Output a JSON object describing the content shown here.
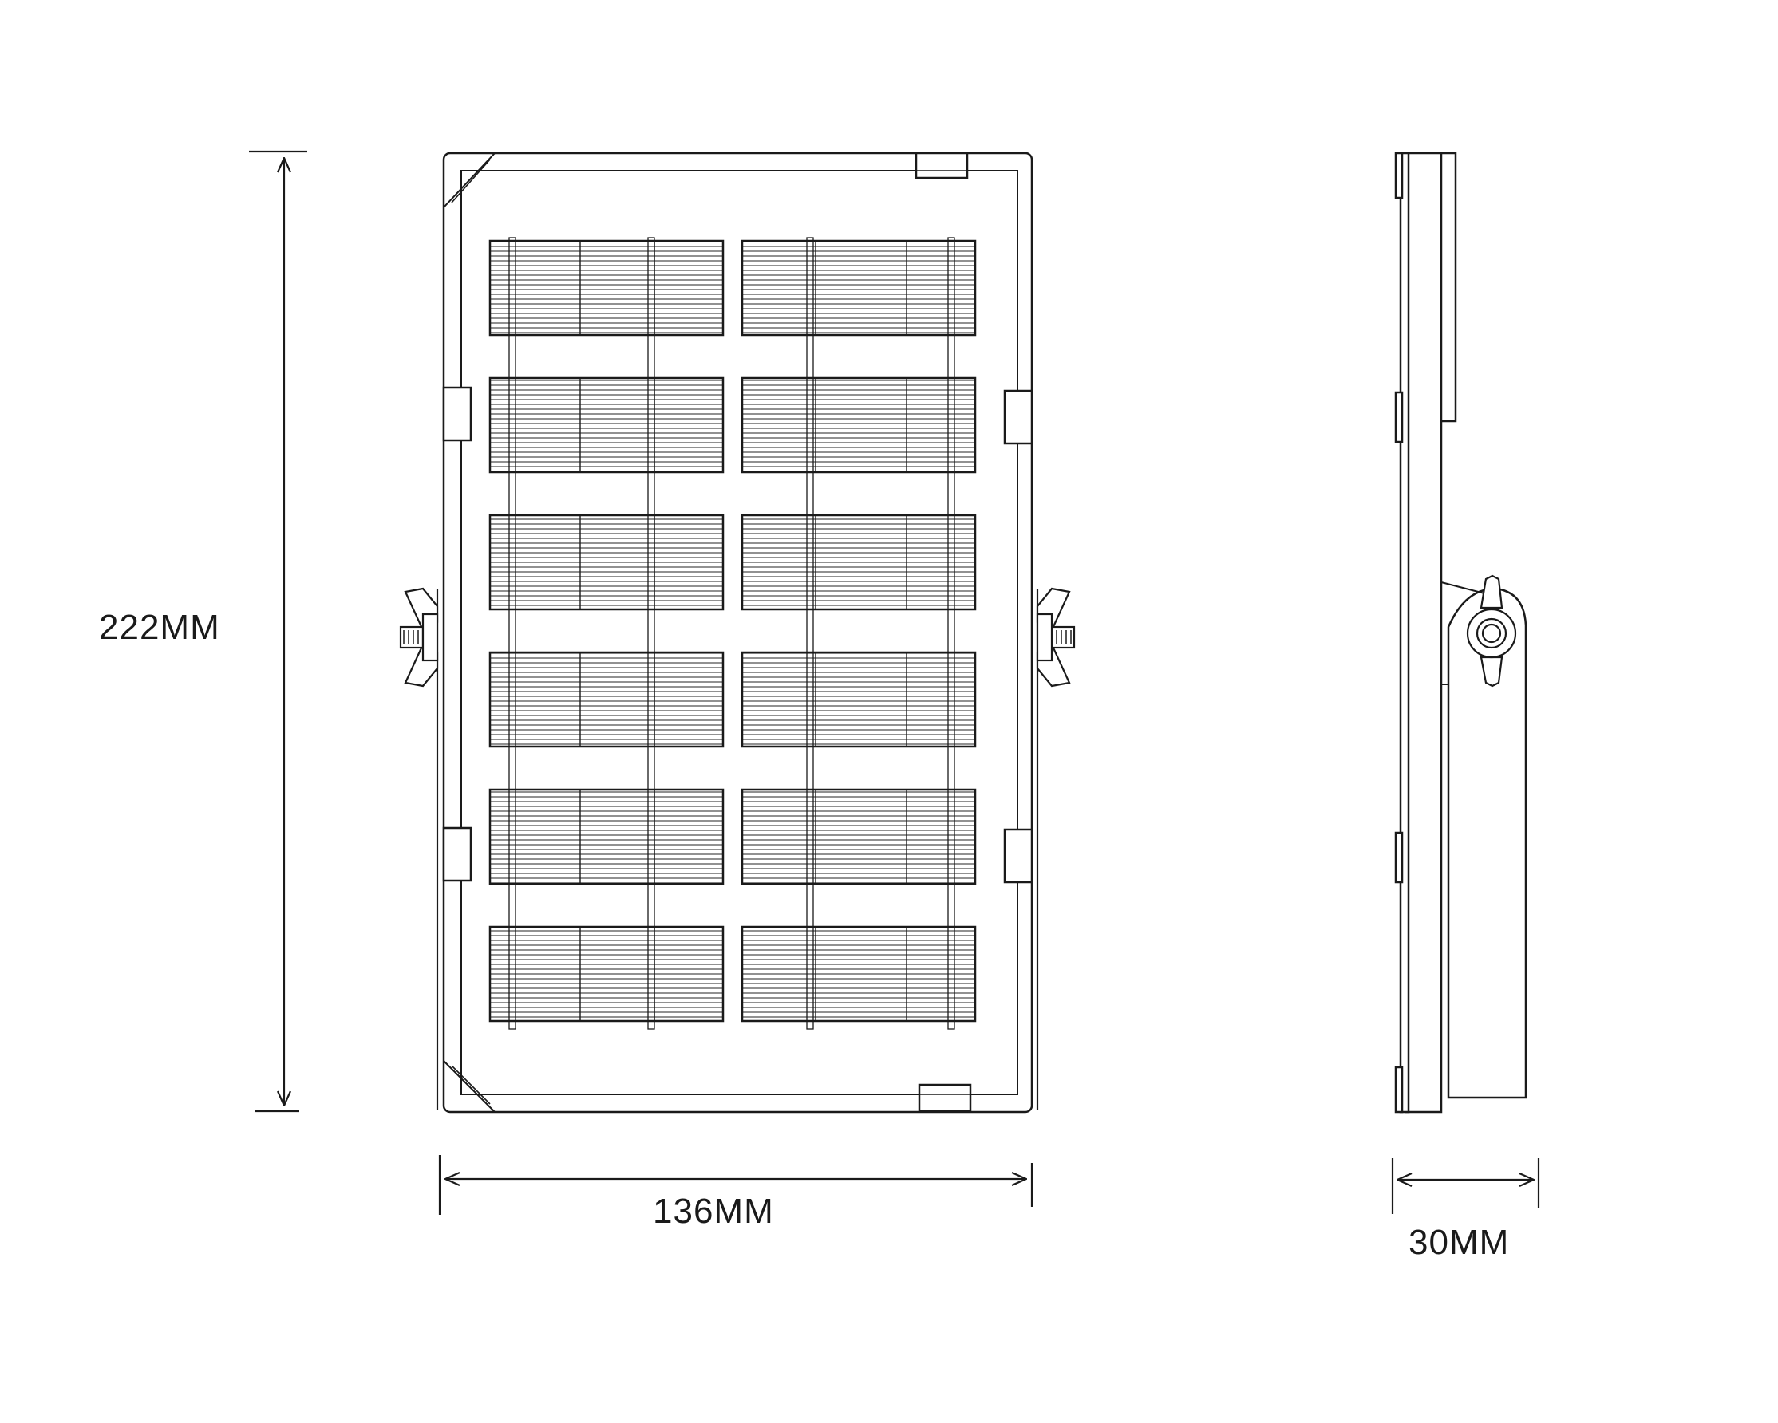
{
  "dimensions": {
    "height": "222MM",
    "width": "136MM",
    "depth": "30MM"
  },
  "colors": {
    "line": "#1a1a1a",
    "cell_hatch": "#555555",
    "background": "#ffffff"
  },
  "solar_panel": {
    "cell_rows": 6,
    "cell_columns": 2,
    "busbars_per_cell": 2
  }
}
